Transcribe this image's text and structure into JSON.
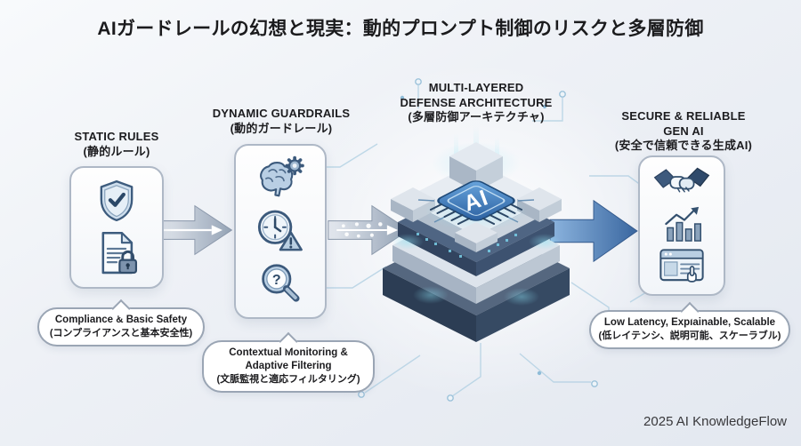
{
  "title": "AIガードレールの幻想と現実：動的プロンプト制御のリスクと多層防御",
  "footer": {
    "credit": "2025 AI KnowledgeFlow"
  },
  "stages": {
    "static_rules": {
      "heading_en": "STATIC RULES",
      "heading_ja": "(静的ルール)",
      "caption_en": "Compliance & Basic Safety",
      "caption_ja": "(コンプライアンスと基本安全性)",
      "icons": [
        "shield-check-icon",
        "document-lock-icon"
      ]
    },
    "dynamic_guardrails": {
      "heading_en": "DYNAMIC GUARDRAILS",
      "heading_ja": "(動的ガードレール)",
      "caption_en_line1": "Contextual Monitoring &",
      "caption_en_line2": "Adaptive Filtering",
      "caption_ja": "(文脈監視と適応フィルタリング)",
      "icons": [
        "brain-gear-icon",
        "clock-alert-icon",
        "magnifier-question-icon"
      ]
    },
    "defense_architecture": {
      "heading_en_line1": "MULTI-LAYERED",
      "heading_en_line2": "DEFENSE ARCHITECTURE",
      "heading_ja": "(多層防御アーキテクチャ)",
      "chip_label": "AI"
    },
    "secure_gen_ai": {
      "heading_en_line1": "SECURE & RELIABLE",
      "heading_en_line2": "GEN AI",
      "heading_ja": "(安全で信頼できる生成AI)",
      "caption_en": "Low Latency, Explainable, Scalable",
      "caption_ja": "(低レイテンシ、説明可能、スケーラブル)",
      "icons": [
        "handshake-icon",
        "growth-chart-icon",
        "browser-click-icon"
      ]
    }
  },
  "colors": {
    "background_top": "#f8fafc",
    "background_bottom": "#e3e8f0",
    "heading_text": "#1c1c1f",
    "card_border": "#aeb8c6",
    "bubble_border": "#9aa5b4",
    "arrow_silver": "#93a2b5",
    "arrow_blue": "#3a67a0",
    "chip_blue": "#2f6bb0",
    "glow_cyan": "#7fd9ee",
    "stack_navy": "#32445f",
    "stack_light": "#dde4ec"
  }
}
